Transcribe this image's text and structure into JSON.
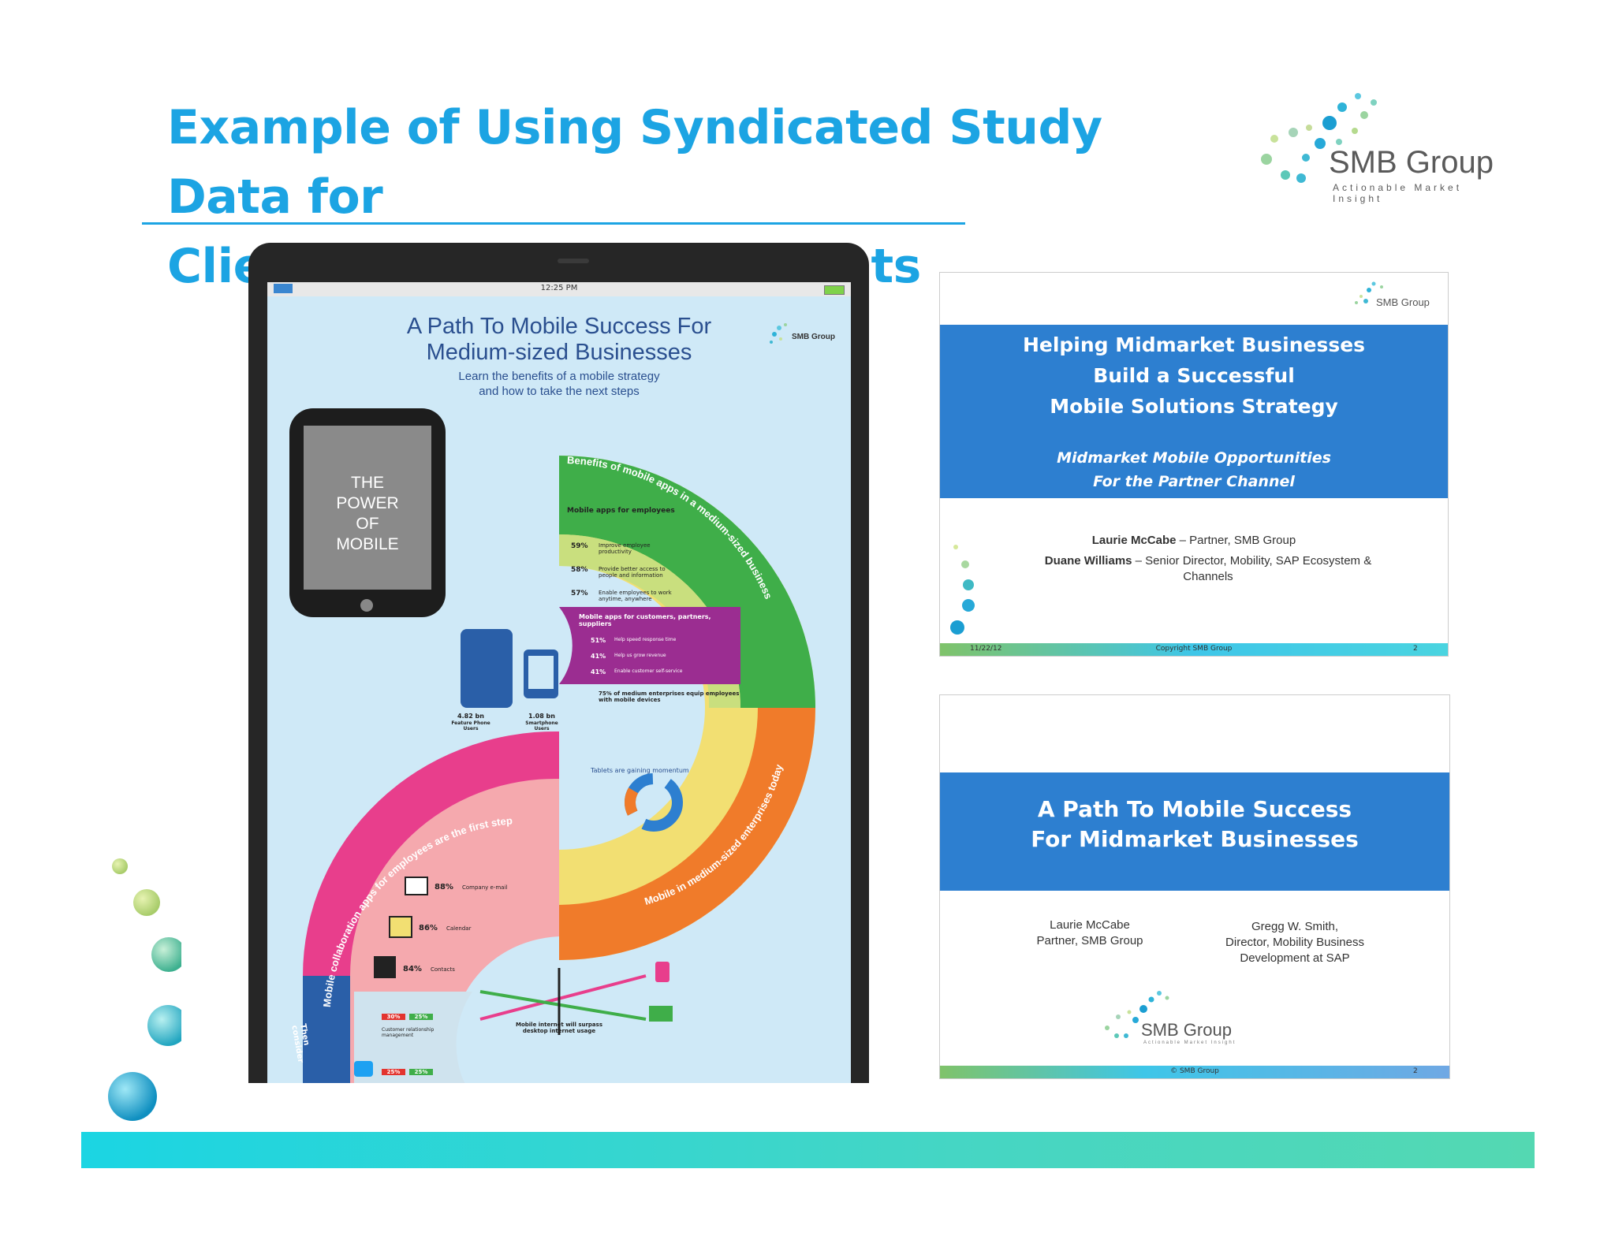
{
  "slide": {
    "title_line1": "Example of Using Syndicated Study Data for",
    "title_line2": "Client-Specific Engagements"
  },
  "logo": {
    "name": "SMB Group",
    "tagline": "Actionable Market Insight"
  },
  "infographic": {
    "title_line1": "A Path To Mobile Success For",
    "title_line2": "Medium-sized Businesses",
    "subtitle_line1": "Learn the benefits of a mobile strategy",
    "subtitle_line2": "and how to take the next steps",
    "status_time": "12:25 PM",
    "power_text": "THE\nPOWER\nOF\nMOBILE",
    "arc_benefits": "Benefits of mobile apps in a medium-sized business",
    "arc_collab": "Mobile collaboration apps for employees are the first step",
    "arc_midsized": "Mobile in medium-sized enterprises today",
    "feature_phone_users": "4.82 bn",
    "feature_phone_label": "Feature Phone Users",
    "smartphone_users": "1.08 bn",
    "smartphone_label": "Smartphone Users",
    "employees_heading": "Mobile apps for employees",
    "employee_stats": [
      {
        "pct": "59%",
        "label": "Improve employee productivity"
      },
      {
        "pct": "58%",
        "label": "Provide better access to people and information"
      },
      {
        "pct": "57%",
        "label": "Enable employees to work anytime, anywhere"
      }
    ],
    "customers_heading": "Mobile apps for customers, partners, suppliers",
    "customer_stats": [
      {
        "pct": "51%",
        "label": "Help speed response time"
      },
      {
        "pct": "41%",
        "label": "Help us grow revenue"
      },
      {
        "pct": "41%",
        "label": "Enable customer self-service"
      }
    ],
    "equip_stat": "75% of medium enterprises equip employees with mobile devices",
    "tablets_text": "Tablets are gaining momentum",
    "collab_stats": [
      {
        "pct": "88%",
        "label": "Company e-mail"
      },
      {
        "pct": "86%",
        "label": "Calendar"
      },
      {
        "pct": "84%",
        "label": "Contacts"
      }
    ],
    "crm_label": "Customer relationship management",
    "crm_values": [
      "30%",
      "25%"
    ],
    "social_values": [
      "25%",
      "25%"
    ],
    "internet_text": "Mobile internet will surpass desktop internet usage",
    "then_label": "Then consider"
  },
  "slide_thumb1": {
    "title_line1": "Helping Midmarket Businesses",
    "title_line2": "Build a Successful",
    "title_line3": "Mobile Solutions Strategy",
    "subtitle_line1": "Midmarket Mobile Opportunities",
    "subtitle_line2": "For the Partner Channel",
    "presenter1_name": "Laurie McCabe",
    "presenter1_role": " – Partner, SMB Group",
    "presenter2_name": "Duane Williams",
    "presenter2_role": " – Senior Director, Mobility, SAP Ecosystem &",
    "presenter2_role_line2": "Channels",
    "footer_date": "11/22/12",
    "footer_copyright": "Copyright SMB Group",
    "footer_page": "2",
    "logo_name": "SMB Group"
  },
  "slide_thumb2": {
    "title_line1": "A Path To Mobile Success",
    "title_line2": "For Midmarket Businesses",
    "presenter1_name": "Laurie McCabe",
    "presenter1_role": "Partner, SMB Group",
    "presenter2_name": "Gregg W. Smith,",
    "presenter2_role_line1": "Director, Mobility Business",
    "presenter2_role_line2": "Development at SAP",
    "logo_name": "SMB Group",
    "logo_tagline": "Actionable Market Insight",
    "footer_copyright": "© SMB Group",
    "footer_page": "2"
  },
  "colors": {
    "title_blue": "#1ca4e3",
    "band_blue": "#2d7fd0",
    "teal_band": "#1bd5e3",
    "arc_green": "#3fae49",
    "arc_pink": "#e83e8c",
    "arc_orange": "#f07b2a",
    "arc_purple": "#9b2d91"
  }
}
